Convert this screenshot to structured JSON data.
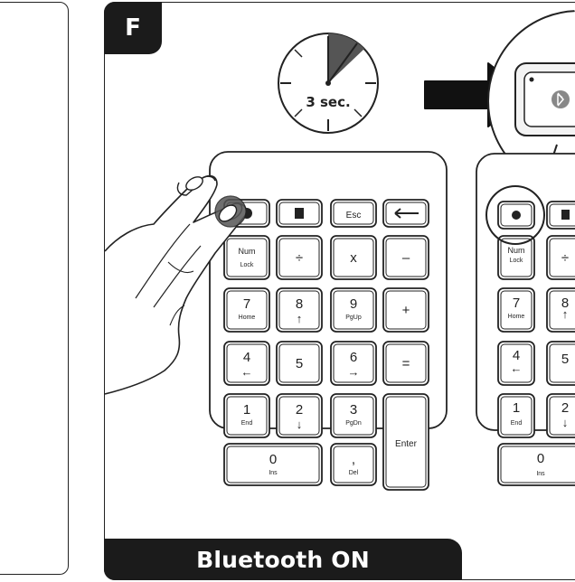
{
  "step": {
    "letter": "F"
  },
  "timer": {
    "label": "3 sec."
  },
  "footer": {
    "label": "Bluetooth ON"
  },
  "keypad": {
    "rows": [
      [
        {
          "main": "",
          "icon": "bluetooth-icon"
        },
        {
          "main": "",
          "icon": "calculator-icon"
        },
        {
          "main": "Esc"
        },
        {
          "main": "",
          "icon": "backspace-arrow-icon"
        }
      ],
      [
        {
          "main": "Num",
          "sub": "Lock"
        },
        {
          "main": "÷"
        },
        {
          "main": "x"
        },
        {
          "main": "–"
        }
      ],
      [
        {
          "main": "7",
          "sub": "Home"
        },
        {
          "main": "8",
          "sub": "↑"
        },
        {
          "main": "9",
          "sub": "PgUp"
        },
        {
          "main": "+"
        }
      ],
      [
        {
          "main": "4",
          "sub": "←"
        },
        {
          "main": "5"
        },
        {
          "main": "6",
          "sub": "→"
        },
        {
          "main": "=",
          "span": "enter"
        }
      ],
      [
        {
          "main": "1",
          "sub": "End"
        },
        {
          "main": "2",
          "sub": "↓"
        },
        {
          "main": "3",
          "sub": "PgDn"
        },
        {
          "main": "Enter"
        }
      ],
      [
        {
          "main": "0",
          "sub": "Ins"
        },
        {
          "main": ",",
          "sub": "Del"
        }
      ]
    ]
  },
  "second_keypad_partial": {
    "labels": [
      "Num",
      "Lock",
      "7",
      "Home",
      "8",
      "↑",
      "4",
      "←",
      "5",
      "1",
      "End",
      "2",
      "↓",
      "0",
      "Ins",
      "÷"
    ]
  }
}
